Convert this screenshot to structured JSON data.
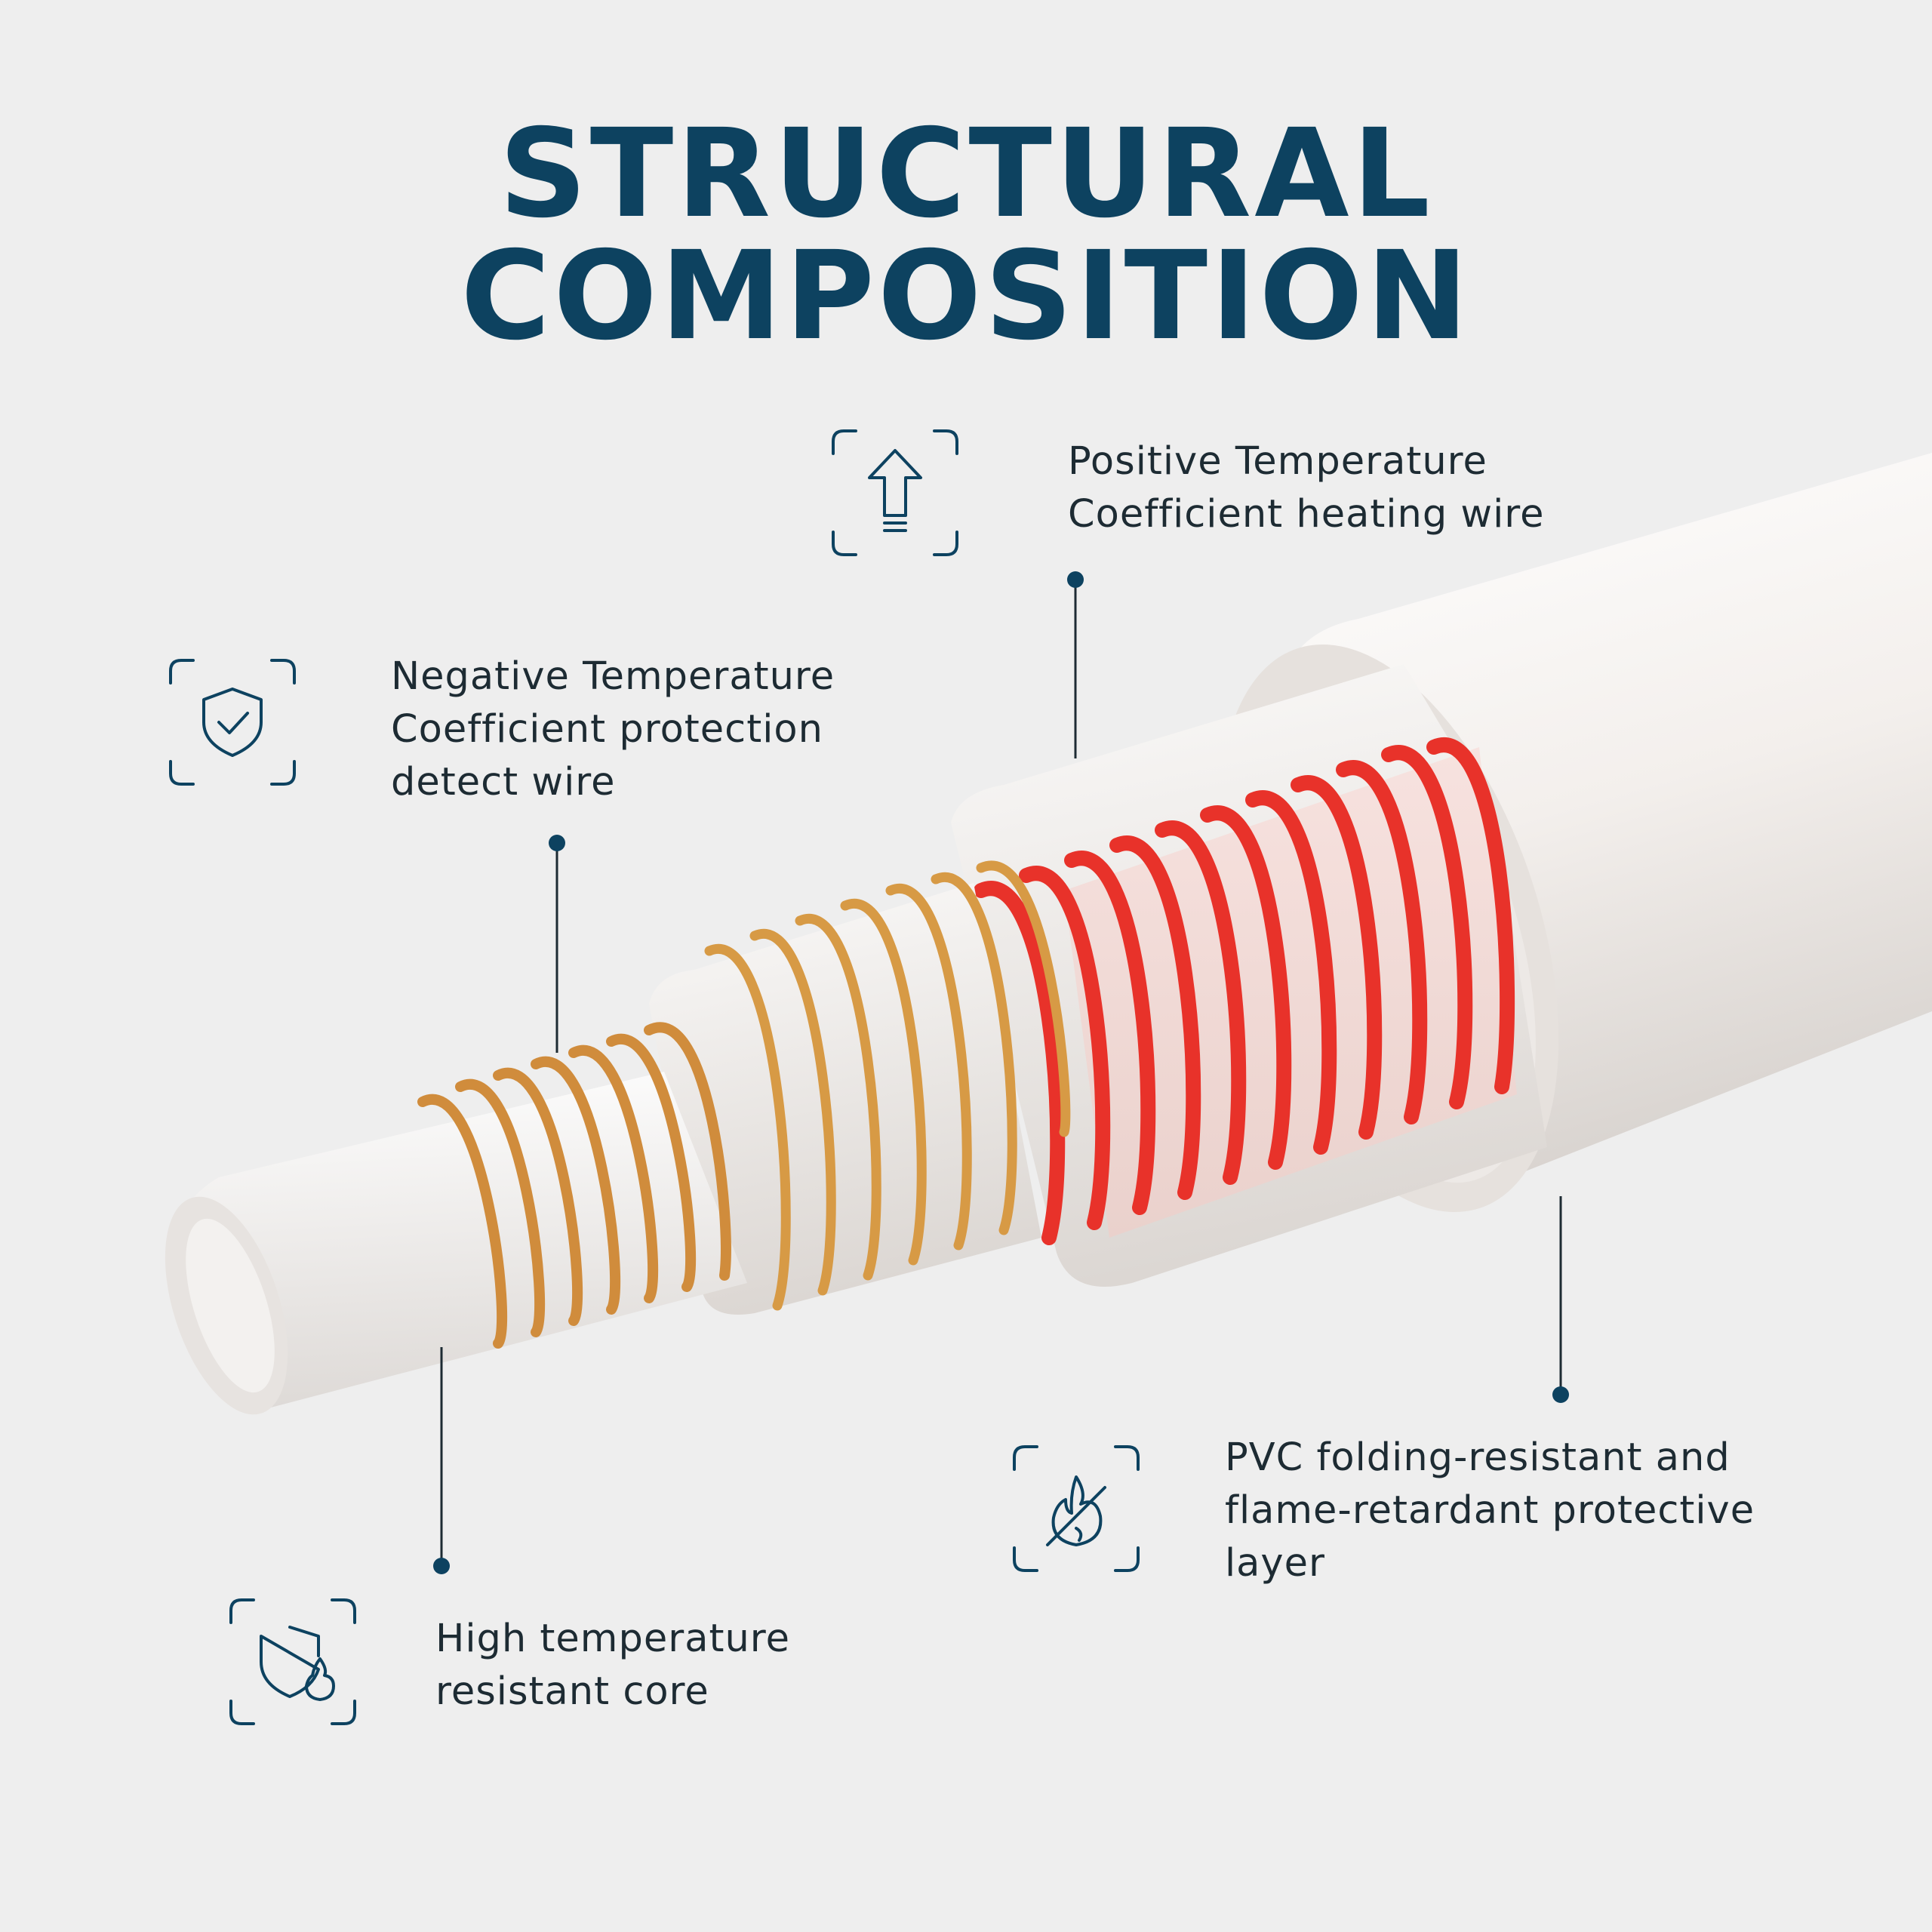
{
  "title": "STRUCTURAL COMPOSITION",
  "callouts": [
    {
      "id": "ptc",
      "icon": "arrow-up-heat-icon",
      "lines": [
        "Positive Temperature",
        "Coefficient heating wire"
      ]
    },
    {
      "id": "ntc",
      "icon": "shield-check-icon",
      "lines": [
        "Negative Temperature",
        "Coefficient protection",
        "detect wire"
      ]
    },
    {
      "id": "pvc",
      "icon": "flame-retardant-icon",
      "lines": [
        "PVC folding-resistant and",
        "flame-retardant protective",
        "layer"
      ]
    },
    {
      "id": "core",
      "icon": "shield-flame-icon",
      "lines": [
        "High temperature",
        "resistant core"
      ]
    }
  ],
  "colors": {
    "title": "#0d4260",
    "icon": "#0d4260",
    "background": "#eeeeee",
    "pvc": "#f4f1ee",
    "heating_wire": "#e8322a",
    "ntc_wire": "#d79a45"
  }
}
